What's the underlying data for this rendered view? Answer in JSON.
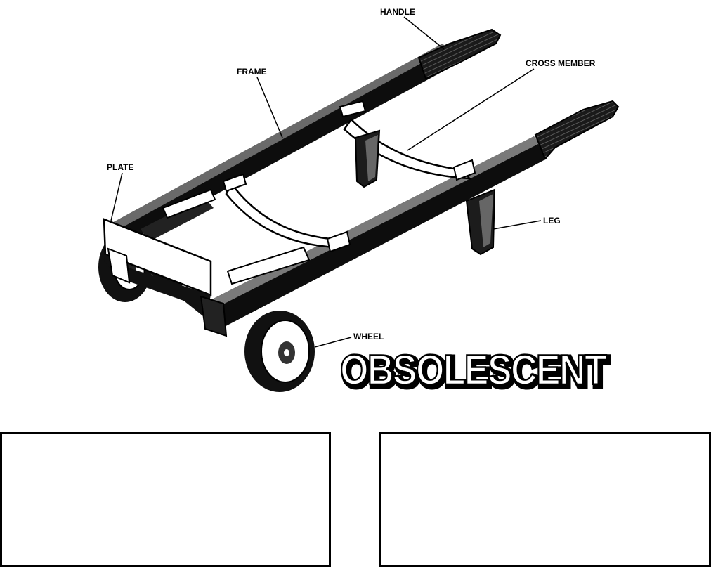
{
  "labels": {
    "handle": "HANDLE",
    "cross_member": "CROSS MEMBER",
    "frame": "FRAME",
    "plate": "PLATE",
    "leg": "LEG",
    "wheel": "WHEEL"
  },
  "stamp": {
    "text": "OBSOLESCENT"
  },
  "colors": {
    "ink": "#000000",
    "paper": "#ffffff",
    "wood": "#2a2a2a"
  }
}
